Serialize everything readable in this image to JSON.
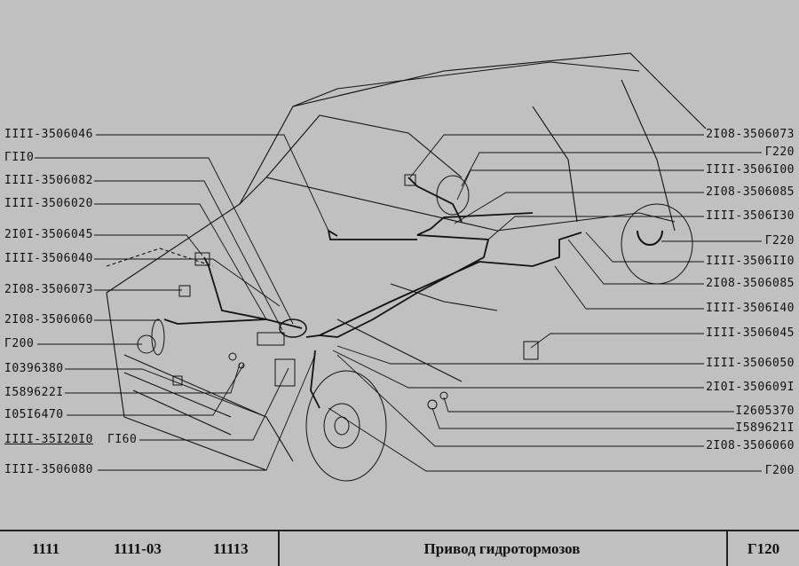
{
  "left_labels": [
    "IIII-3506046",
    "ГII0",
    "IIII-3506082",
    "IIII-3506020",
    "2I0I-3506045",
    "IIII-3506040",
    "2I08-3506073",
    "2I08-3506060",
    "Г200",
    "I0396380",
    "I589622I",
    "I05I6470",
    "IIII-35I20I0",
    "ГI60",
    "IIII-3506080"
  ],
  "right_labels": [
    "2I08-3506073",
    "Г220",
    "IIII-3506I00",
    "2I08-3506085",
    "IIII-3506I30",
    "Г220",
    "IIII-3506II0",
    "2I08-3506085",
    "IIII-3506I40",
    "IIII-3506045",
    "IIII-3506050",
    "2I0I-350609I",
    "I2605370",
    "I589621I",
    "2I08-3506060",
    "Г200"
  ],
  "footer": {
    "models": [
      "1111",
      "1111-03",
      "11113"
    ],
    "title": "Привод гидротормозов",
    "page": "Г120"
  }
}
